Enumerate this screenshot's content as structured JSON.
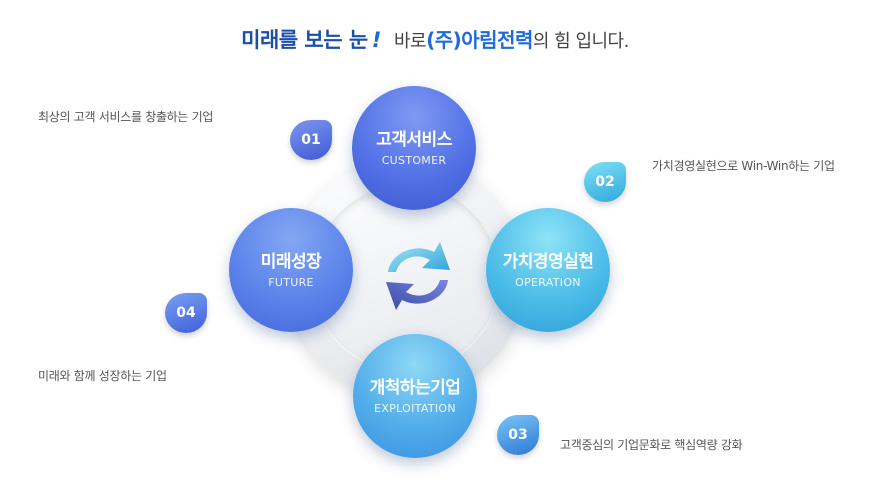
{
  "headline": {
    "part1": "미래를 보는 눈",
    "mark": "!",
    "part2": "바로",
    "brand": "(주)아림전력",
    "part3": "의 힘 입니다."
  },
  "nodes": [
    {
      "korean": "고객서비스",
      "english": "CUSTOMER",
      "color": "#4e6fe4"
    },
    {
      "korean": "가치경영실현",
      "english": "OPERATION",
      "color": "#44b6e6"
    },
    {
      "korean": "개척하는기업",
      "english": "EXPLOITATION",
      "color": "#4aa6e8"
    },
    {
      "korean": "미래성장",
      "english": "FUTURE",
      "color": "#5a80e8"
    }
  ],
  "items": [
    {
      "number": "01",
      "caption": "최상의 고객 서비스를 창출하는 기업"
    },
    {
      "number": "02",
      "caption": "가치경영실현으로 Win-Win하는 기업"
    },
    {
      "number": "03",
      "caption": "고객중심의 기업문화로 핵심역량 강화"
    },
    {
      "number": "04",
      "caption": "미래와 함께 성장하는 기업"
    }
  ],
  "center_icon": "cycle-arrows-icon"
}
